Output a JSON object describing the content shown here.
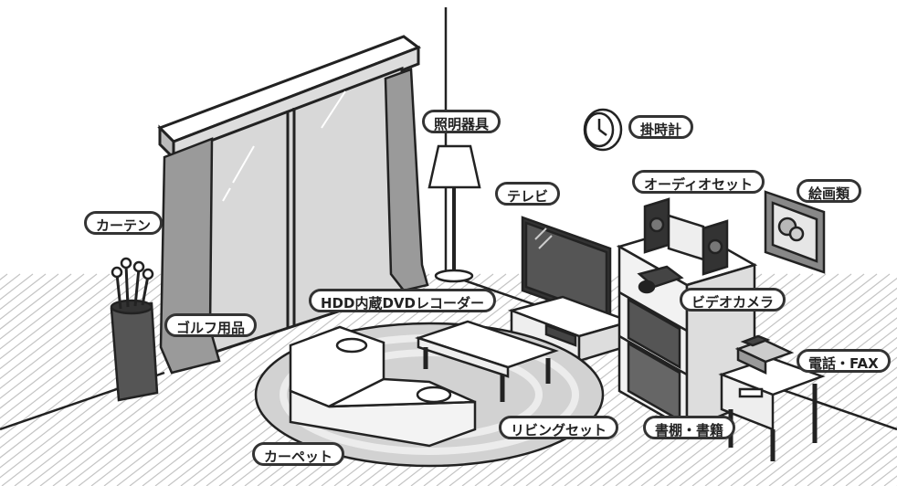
{
  "labels": {
    "curtain": "カーテン",
    "lighting": "照明器具",
    "wall_clock": "掛時計",
    "tv": "テレビ",
    "audio_set": "オーディオセット",
    "paintings": "絵画類",
    "video_camera": "ビデオカメラ",
    "recorder": "HDD内蔵DVDレコーダー",
    "golf": "ゴルフ用品",
    "phone_fax": "電話・FAX",
    "living_set": "リビングセット",
    "bookshelf": "書棚・書籍",
    "carpet": "カーペット"
  },
  "colors": {
    "outline": "#222222",
    "fill_light": "#ffffff",
    "fill_gray": "#cfcfcf",
    "fill_dark": "#3a3a3a",
    "floor_line": "#bbbbbb"
  }
}
